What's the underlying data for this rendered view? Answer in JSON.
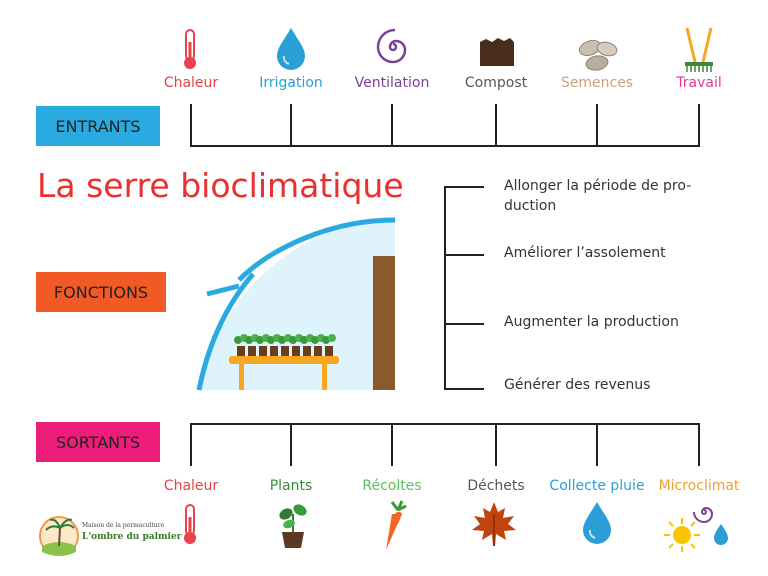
{
  "title": "La serre bioclimatique",
  "sections": {
    "entrants": "ENTRANTS",
    "fonctions": "FONCTIONS",
    "sortants": "SORTANTS"
  },
  "entrants": [
    {
      "label": "Chaleur",
      "icon": "thermometer-icon",
      "color": "#e8424a"
    },
    {
      "label": "Irrigation",
      "icon": "water-drop-icon",
      "color": "#2a9fd6"
    },
    {
      "label": "Ventilation",
      "icon": "spiral-icon",
      "color": "#7b3f98"
    },
    {
      "label": "Compost",
      "icon": "compost-icon",
      "color": "#555555"
    },
    {
      "label": "Semences",
      "icon": "seeds-icon",
      "color": "#c9a27a"
    },
    {
      "label": "Travail",
      "icon": "rake-icon",
      "color": "#e23c8c"
    }
  ],
  "fonctions": [
    {
      "line1": "Allonger la période de pro-",
      "line2": "duction"
    },
    {
      "line1": "Améliorer l’assolement"
    },
    {
      "line1": "Augmenter la production"
    },
    {
      "line1": "Générer des revenus"
    }
  ],
  "sortants": [
    {
      "label": "Chaleur",
      "icon": "thermometer-icon",
      "color": "#e8424a"
    },
    {
      "label": "Plants",
      "icon": "seedling-icon",
      "color": "#3a8a3a"
    },
    {
      "label": "Récoltes",
      "icon": "carrot-icon",
      "color": "#5cc25c"
    },
    {
      "label": "Déchets",
      "icon": "maple-leaf-icon",
      "color": "#555555"
    },
    {
      "label": "Collecte pluie",
      "icon": "water-drop-icon",
      "color": "#2a9fd6"
    },
    {
      "label": "Microclimat",
      "icon": "sun-spiral-drop-icon",
      "color": "#f0a030"
    }
  ],
  "logo": {
    "line1": "Maison de la permaculture",
    "line2": "L'ombre du palmier"
  },
  "colors": {
    "entrants_box": "#29abe2",
    "fonctions_box": "#f15a24",
    "sortants_box": "#ed1e79",
    "title": "#e8312f",
    "greenhouse_arc": "#29abe2",
    "greenhouse_fill": "#def3fb",
    "door": "#8b5a2b",
    "table": "#f7a823"
  }
}
